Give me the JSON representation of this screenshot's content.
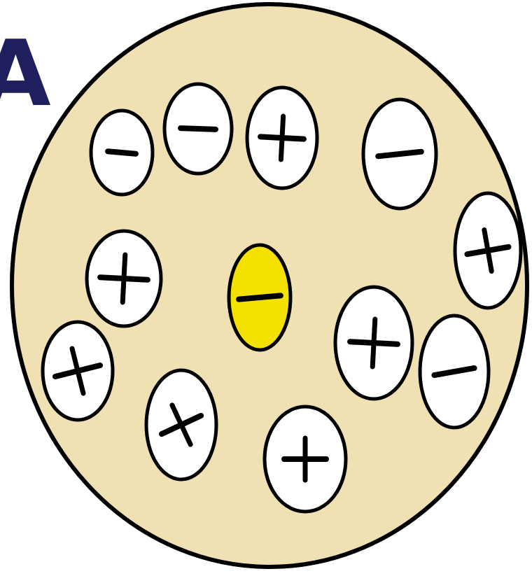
{
  "diagram": {
    "corner_label": "A",
    "colors": {
      "body_fill": "#f0e1b4",
      "outline": "#000000",
      "particle_fill": "#ffffff",
      "highlight_fill": "#f5e100"
    },
    "particles": [
      {
        "id": "p1",
        "charge": "-",
        "highlight": false
      },
      {
        "id": "p2",
        "charge": "-",
        "highlight": false
      },
      {
        "id": "p3",
        "charge": "+",
        "highlight": false
      },
      {
        "id": "p4",
        "charge": "-",
        "highlight": false
      },
      {
        "id": "p5",
        "charge": "+",
        "highlight": false
      },
      {
        "id": "p6",
        "charge": "-",
        "highlight": true
      },
      {
        "id": "p7",
        "charge": "+",
        "highlight": false
      },
      {
        "id": "p8",
        "charge": "+",
        "highlight": false
      },
      {
        "id": "p9",
        "charge": "-",
        "highlight": false
      },
      {
        "id": "p10",
        "charge": "+",
        "highlight": false
      },
      {
        "id": "p11",
        "charge": "+",
        "highlight": false
      },
      {
        "id": "p12",
        "charge": "+",
        "highlight": false
      }
    ]
  }
}
